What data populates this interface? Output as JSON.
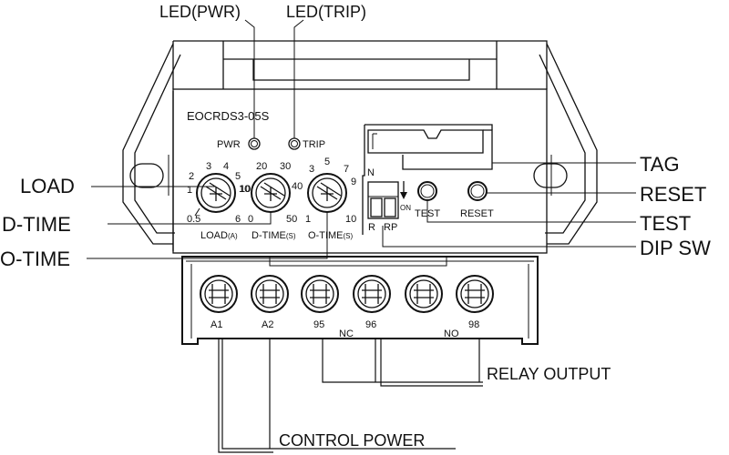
{
  "device": {
    "model": "EOCRDS3-05S",
    "pwr_led_label": "PWR",
    "trip_led_label": "TRIP",
    "test_button_label": "TEST",
    "reset_button_label": "RESET",
    "dip_top_label": "N",
    "dip_on_label": "ON",
    "dip_left_label": "R",
    "dip_right_label": "RP"
  },
  "dials": {
    "load": {
      "label": "LOAD",
      "unit": "(A)",
      "ticks": [
        "2",
        "3",
        "4",
        "5",
        "10",
        "1"
      ],
      "min": "0.5",
      "max": "6"
    },
    "dtime": {
      "label": "D-TIME",
      "unit": "(S)",
      "ticks": [
        "20",
        "30",
        "10",
        "40"
      ],
      "min": "0",
      "max": "50"
    },
    "otime": {
      "label": "O-TIME",
      "unit": "(S)",
      "ticks": [
        "3",
        "5",
        "7",
        "9"
      ],
      "min": "1",
      "max": "10"
    }
  },
  "terminals": {
    "labels": [
      "A1",
      "A2",
      "95",
      "96",
      "98"
    ],
    "nc_label": "NC",
    "no_label": "NO"
  },
  "callouts": {
    "led_pwr": "LED(PWR)",
    "led_trip": "LED(TRIP)",
    "load": "LOAD",
    "dtime": "D-TIME",
    "otime": "O-TIME",
    "tag": "TAG",
    "reset": "RESET",
    "test": "TEST",
    "dip_sw": "DIP SW",
    "relay_output": "RELAY OUTPUT",
    "control_power": "CONTROL POWER"
  }
}
